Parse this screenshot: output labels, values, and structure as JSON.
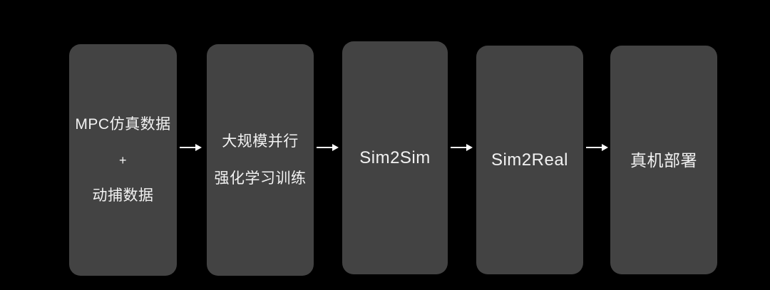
{
  "canvas": {
    "background_color": "#000000",
    "box_fill_color": "#434343",
    "text_color": "#f2f2f2",
    "arrow_color": "#ffffff"
  },
  "pipeline": {
    "stages": [
      {
        "id": "mpc-sim-data",
        "lines": [
          "MPC仿真数据",
          "+",
          "动捕数据"
        ]
      },
      {
        "id": "large-scale-parallel-rl-training",
        "lines": [
          "大规模并行",
          "强化学习训练"
        ]
      },
      {
        "id": "sim2sim",
        "lines": [
          "Sim2Sim"
        ]
      },
      {
        "id": "sim2real",
        "lines": [
          "Sim2Real"
        ]
      },
      {
        "id": "real-robot-deployment",
        "lines": [
          "真机部署"
        ]
      }
    ],
    "connectors": [
      {
        "id": "arrow-1",
        "glyph": "→"
      },
      {
        "id": "arrow-2",
        "glyph": "→"
      },
      {
        "id": "arrow-3",
        "glyph": "→"
      },
      {
        "id": "arrow-4",
        "glyph": "→"
      }
    ]
  }
}
